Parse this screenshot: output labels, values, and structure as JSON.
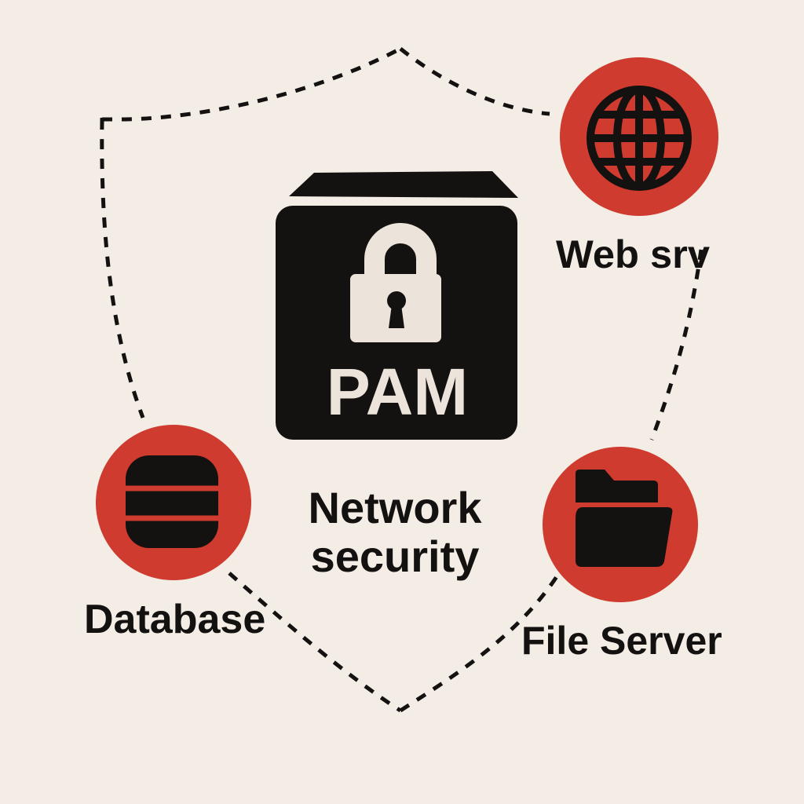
{
  "colors": {
    "background": "#f3ede6",
    "accent": "#cf3b2e",
    "dark": "#141111",
    "light": "#ece4db"
  },
  "diagram": {
    "center": {
      "icon": "lock-icon",
      "label": "PAM",
      "caption_line1": "Network",
      "caption_line2": "security"
    },
    "nodes": {
      "web": {
        "icon": "globe-icon",
        "label": "Web srv"
      },
      "database": {
        "icon": "database-icon",
        "label": "Database"
      },
      "file_server": {
        "icon": "folder-icon",
        "label": "File Server"
      }
    }
  }
}
